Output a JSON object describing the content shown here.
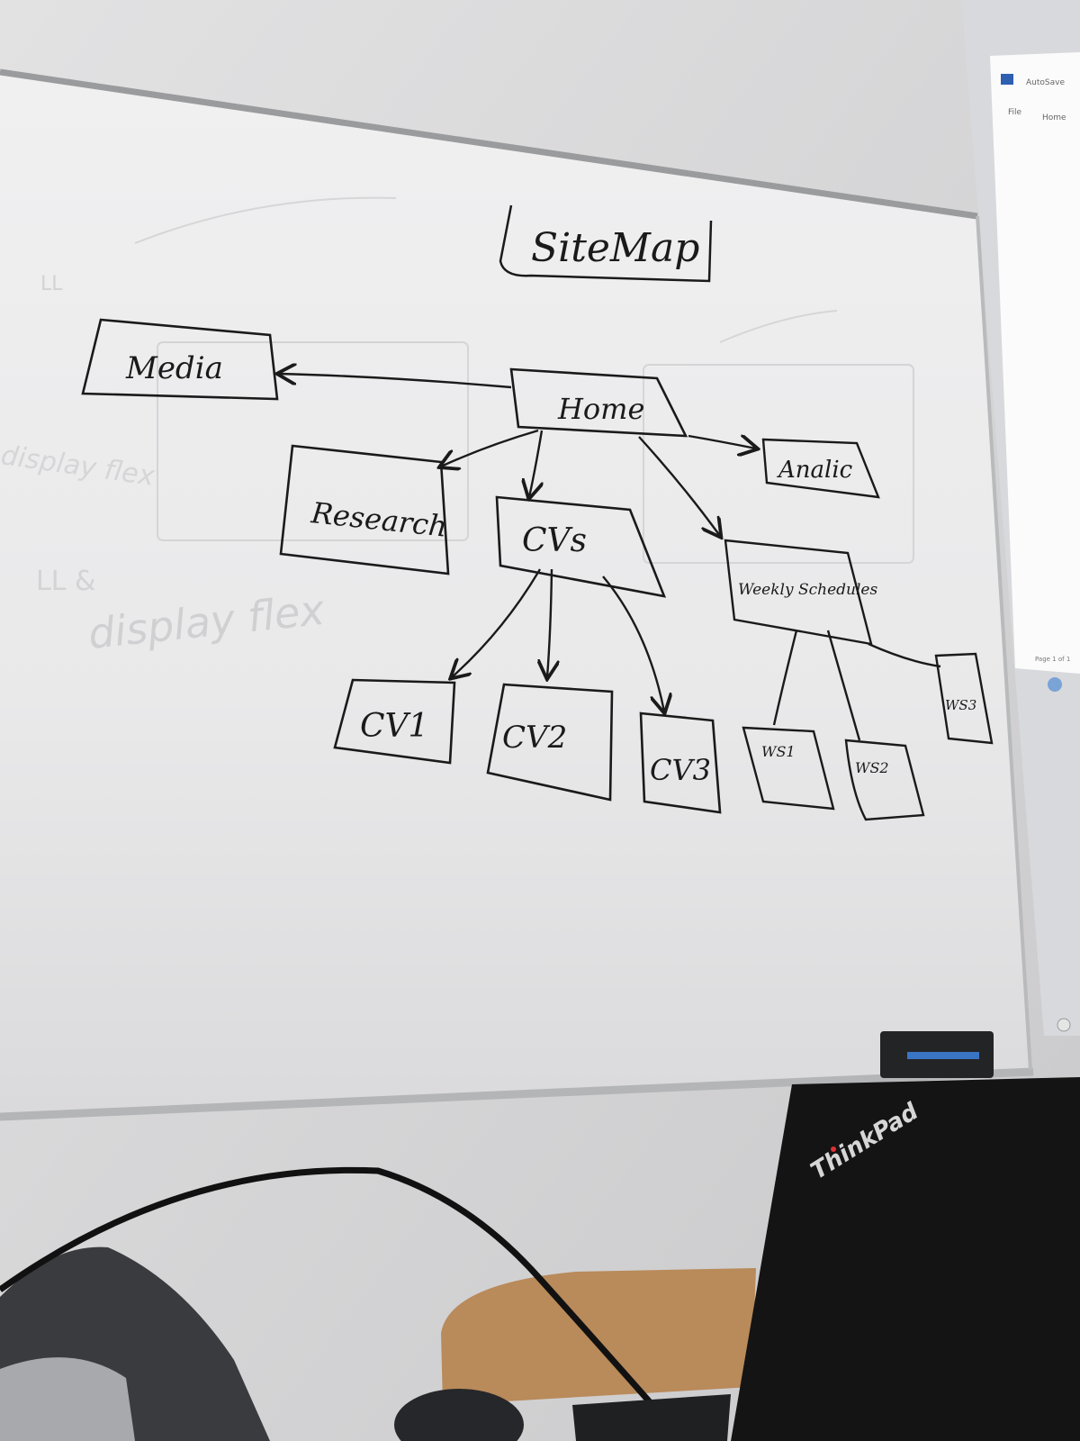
{
  "whiteboard": {
    "title": "SiteMap",
    "nodes": [
      {
        "id": "home",
        "label": "Home"
      },
      {
        "id": "media",
        "label": "Media"
      },
      {
        "id": "research",
        "label": "Research"
      },
      {
        "id": "cvs",
        "label": "CVs"
      },
      {
        "id": "analic",
        "label": "Analic"
      },
      {
        "id": "weekly",
        "label": "Weekly Schedules"
      },
      {
        "id": "cv1",
        "label": "CV1"
      },
      {
        "id": "cv2",
        "label": "CV2"
      },
      {
        "id": "cv3",
        "label": "CV3"
      },
      {
        "id": "ws1",
        "label": "WS1"
      },
      {
        "id": "ws2",
        "label": "WS2"
      },
      {
        "id": "ws3",
        "label": "WS3"
      }
    ],
    "edges": [
      {
        "from": "home",
        "to": "media"
      },
      {
        "from": "home",
        "to": "research"
      },
      {
        "from": "home",
        "to": "cvs"
      },
      {
        "from": "home",
        "to": "analic"
      },
      {
        "from": "home",
        "to": "weekly"
      },
      {
        "from": "cvs",
        "to": "cv1"
      },
      {
        "from": "cvs",
        "to": "cv2"
      },
      {
        "from": "cvs",
        "to": "cv3"
      },
      {
        "from": "weekly",
        "to": "ws1"
      },
      {
        "from": "weekly",
        "to": "ws2"
      },
      {
        "from": "weekly",
        "to": "ws3"
      }
    ],
    "faint_notes": [
      "display flex",
      "display flex",
      "LL",
      "LL &"
    ]
  },
  "laptop": {
    "brand": "ThinkPad"
  },
  "projection": {
    "menu": [
      "File",
      "Home"
    ],
    "autosave": "AutoSave",
    "page": "Page 1 of 1"
  },
  "colors": {
    "ink": "#1a1a1a",
    "board": "#ececec",
    "laptop": "#151515"
  }
}
